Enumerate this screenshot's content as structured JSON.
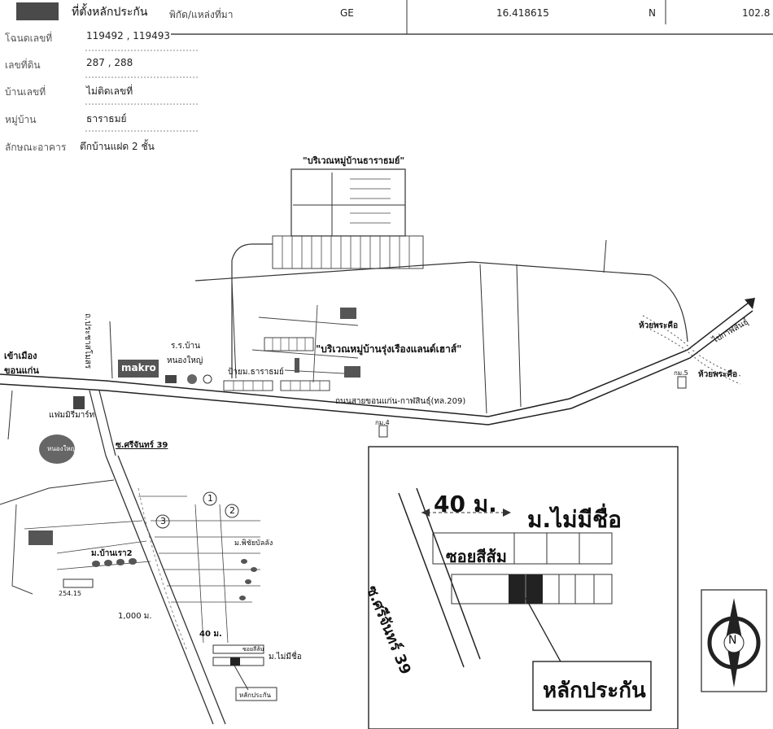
{
  "header": {
    "title": "ที่ตั้งหลักประกัน",
    "coord_label": "พิกัด/แหล่งที่มา",
    "source": "GE",
    "latitude": "16.418615",
    "lat_dir": "N",
    "longitude": "102.8"
  },
  "info": [
    {
      "label": "โฉนดเลขที่",
      "value": "119492 , 119493"
    },
    {
      "label": "เลขที่ดิน",
      "value": "287 , 288"
    },
    {
      "label": "บ้านเลขที่",
      "value": "ไม่ติดเลขที่"
    },
    {
      "label": "หมู่บ้าน",
      "value": "ธาราธมย์"
    },
    {
      "label": "ลักษณะอาคาร",
      "value": "ตึกบ้านแฝด 2 ชั้น"
    }
  ],
  "map_labels": {
    "village_north": "\"บริเวณหมู่บ้านธาราธมย์\"",
    "village_mid": "\"บริเวณหมู่บ้านรุ่งเรืองแลนด์เฮาส์\"",
    "to_city": "เข้าเมือง",
    "to_city2": "ขอนแก่น",
    "road_pracha": "ถ.ประชาสโมสร",
    "school": "ร.ร.บ้าน",
    "school2": "หนองใหญ่",
    "makro": "makro",
    "sign_village": "ป้ายม.ธาราธมย์",
    "highway": "ถนนสายขอนแก่น-กาฬสินธุ์(ทล.209)",
    "km4": "กม.4",
    "km5": "กม.5",
    "to_kalasin": "ไปกาฬสินธุ์",
    "creek1": "ห้วยพระคือ",
    "creek2": "ห้วยพระคือ",
    "market": "แฟมมิรีมาร์ท",
    "pond": "หนองใหญ่",
    "soi_srichan": "ซ.ศรีจันทร์ 39",
    "baan_ya": "ม.บ้านเรา2",
    "baan_sm": "254.15",
    "dist_1000": "1,000 ม.",
    "dist_40_small": "40 ม.",
    "no_name_small": "ม.ไม่มีชื่อ",
    "soi_small": "ซอยลีส้ม",
    "collateral_small": "หลักประกัน",
    "phibul": "ม.พิชัยบัลลัง",
    "num1": "1",
    "num2": "2",
    "num3": "3"
  },
  "inset": {
    "distance": "40 ม.",
    "no_name": "ม.ไม่มีชื่อ",
    "soi": "ซอยสีส้ม",
    "road": "ซ.ศรีจันทร์ 39",
    "collateral": "หลักประกัน"
  },
  "compass": {
    "north": "N"
  }
}
